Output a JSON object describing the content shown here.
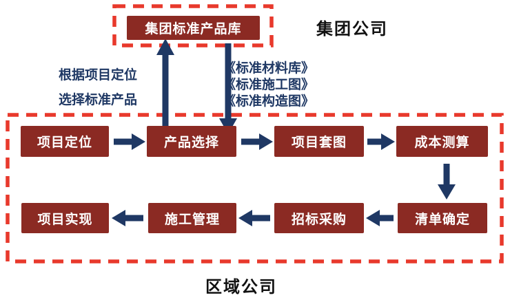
{
  "diagram": {
    "group_company_label": "集团公司",
    "region_company_label": "区域公司",
    "group_library_box": "集团标准产品库",
    "left_note": {
      "line1": "根据项目定位",
      "line2": "选择标准产品"
    },
    "right_note": {
      "line1": "《标准材料库》",
      "line2": "《标准施工图》",
      "line3": "《标准构造图》"
    },
    "row1": [
      "项目定位",
      "产品选择",
      "项目套图",
      "成本测算"
    ],
    "row2": [
      "项目实现",
      "施工管理",
      "招标采购",
      "清单确定"
    ],
    "colors": {
      "box_fill": "#8B2A23",
      "dashed_border": "#E8392C",
      "arrow": "#1F3864",
      "note_text": "#1F3864",
      "label_text": "#111111"
    }
  }
}
